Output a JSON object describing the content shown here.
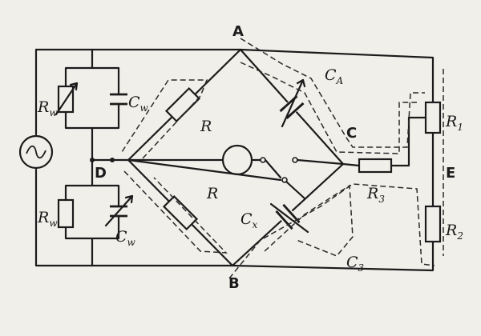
{
  "nodes": {
    "A": "A",
    "B": "B",
    "C": "C",
    "D": "D",
    "E": "E"
  },
  "labels": {
    "Rw_top": "R",
    "Rw_top_sub": "w",
    "Cw_top": "C",
    "Cw_top_sub": "w",
    "Rw_bot": "R",
    "Rw_bot_sub": "w",
    "Cw_bot": "C",
    "Cw_bot_sub": "w",
    "R_upper": "R",
    "R_lower": "R",
    "CA": "C",
    "CA_sub": "A",
    "Cx": "C",
    "Cx_sub": "x",
    "C3": "C",
    "C3_sub": "3",
    "R1": "R",
    "R1_sub": "1",
    "R2": "R",
    "R2_sub": "2",
    "R3": "R",
    "R3_sub": "3"
  },
  "icons": {
    "source": "ac-source-icon",
    "detector": "null-detector-icon"
  }
}
